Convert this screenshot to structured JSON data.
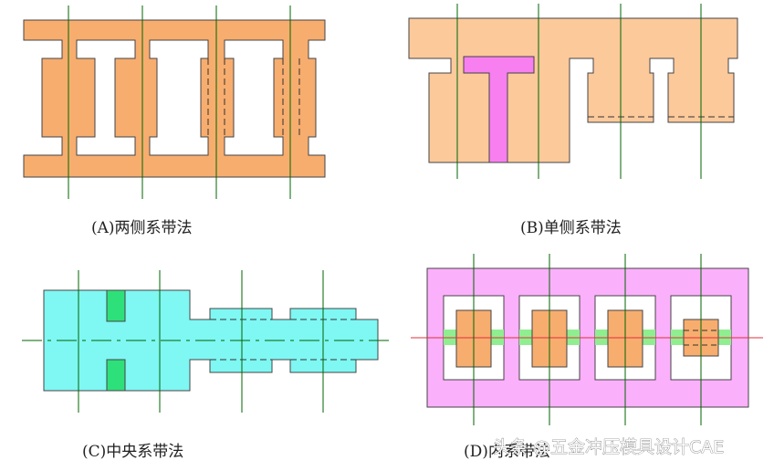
{
  "colors": {
    "strip_orange": "#f7ad6e",
    "strip_light": "#fcc99b",
    "punch_pink": "#f77ff0",
    "cyan": "#7ff7f3",
    "green_block": "#2ee07a",
    "lilac": "#fbb0fb",
    "green_bar": "#90ee90",
    "center_line_green": "#006600",
    "center_line_red": "#e0303a",
    "outline": "#444444"
  },
  "captions": {
    "a": "(A)两侧系带法",
    "b": "(B)单侧系带法",
    "c": "(C)中央系带法",
    "d": "(D)内系带法"
  },
  "watermark": "头条 @五金冲压模具设计CAE"
}
